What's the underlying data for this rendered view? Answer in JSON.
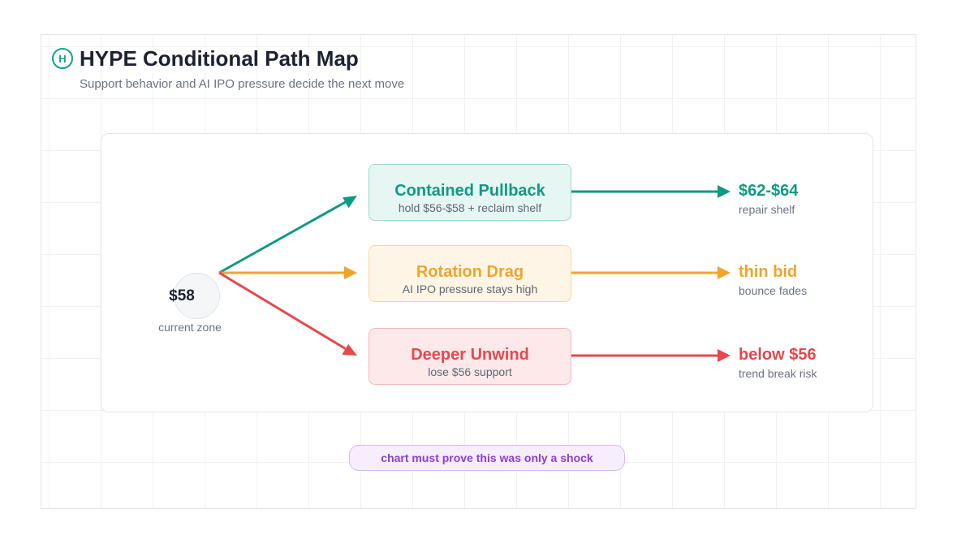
{
  "header": {
    "logo_letter": "H",
    "title": "HYPE Conditional Path Map",
    "subtitle": "Support behavior and AI IPO pressure decide the next move"
  },
  "origin": {
    "value": "$58",
    "label": "current zone"
  },
  "paths": [
    {
      "title": "Contained Pullback",
      "condition": "hold $56-$58 + reclaim shelf",
      "outcome": "$62-$64",
      "outcome_label": "repair shelf",
      "color": "#0f9a82"
    },
    {
      "title": "Rotation Drag",
      "condition": "AI IPO pressure stays high",
      "outcome": "thin bid",
      "outcome_label": "bounce fades",
      "color": "#f0a52a"
    },
    {
      "title": "Deeper Unwind",
      "condition": "lose $56 support",
      "outcome": "below $56",
      "outcome_label": "trend break risk",
      "color": "#e5484d"
    }
  ],
  "note": "chart must prove this was only a shock"
}
